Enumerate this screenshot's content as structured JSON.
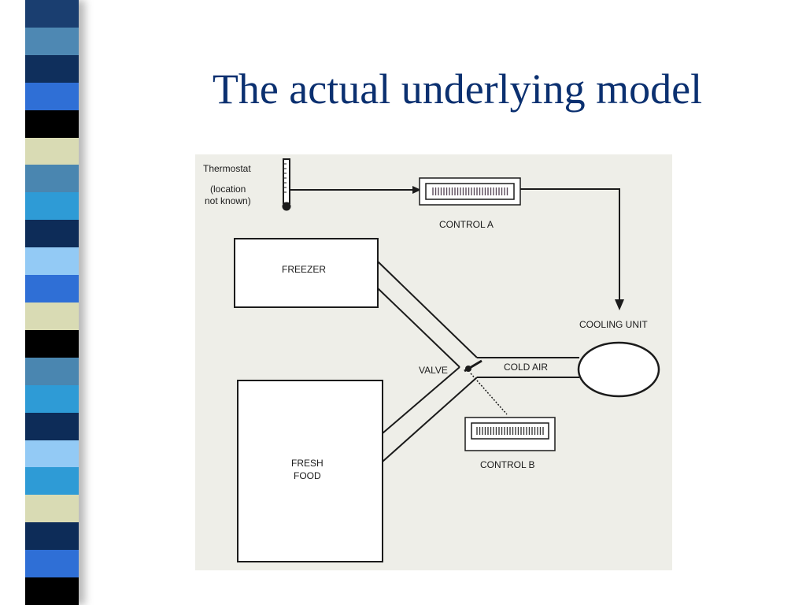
{
  "slide": {
    "title": "The actual underlying model"
  },
  "colors": {
    "title": "#0b3070",
    "paper": "#eeeee8",
    "ink": "#1b1b1b",
    "stripe": [
      "#1a3e70",
      "#4e88b3",
      "#0f2f5c",
      "#2f6fd6",
      "#000000",
      "#d9dbb4",
      "#4a86b0",
      "#2e9bd6",
      "#0d2c58",
      "#93caf5",
      "#2f6fd6",
      "#d9dbb4",
      "#000000",
      "#4a86b0",
      "#2e9bd6",
      "#0d2c58",
      "#93caf5",
      "#2e9bd6",
      "#d9dbb4",
      "#0d2c58",
      "#2f6fd6",
      "#000000"
    ]
  },
  "diagram": {
    "thermostat": "Thermostat",
    "location_line1": "(location",
    "location_line2": "not known)",
    "control_a": "CONTROL  A",
    "control_b": "CONTROL  B",
    "freezer": "FREEZER",
    "fresh_food_line1": "FRESH",
    "fresh_food_line2": "FOOD",
    "cooling_unit": "COOLING UNIT",
    "valve": "VALVE",
    "cold_air": "COLD AIR"
  }
}
